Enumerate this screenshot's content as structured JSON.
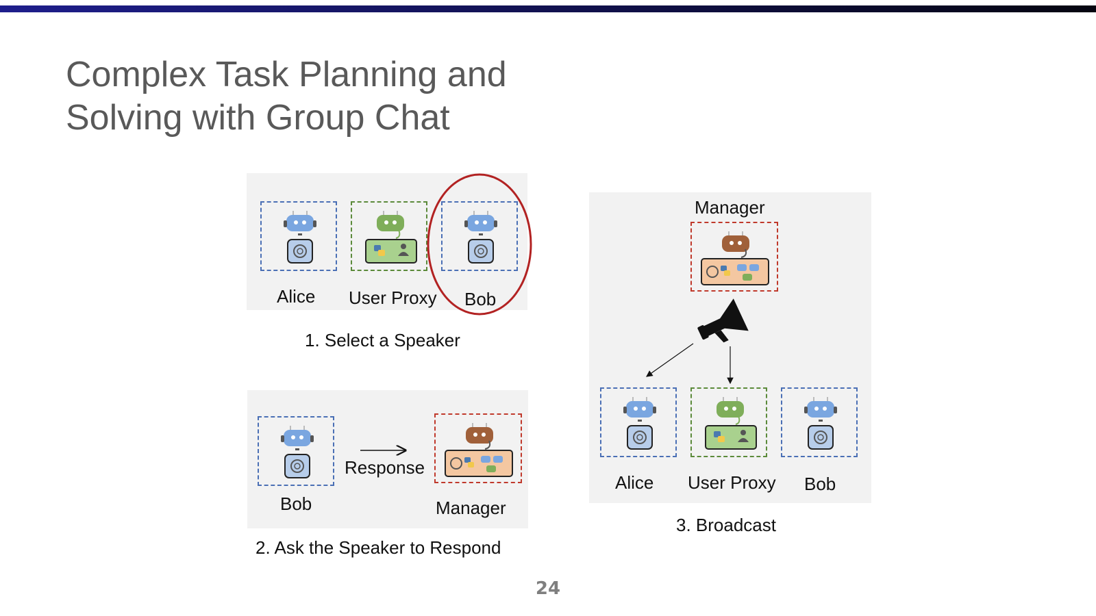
{
  "slide": {
    "title_line1": "Complex Task Planning and",
    "title_line2": "Solving with Group Chat",
    "page_number": "24"
  },
  "step1": {
    "caption": "1. Select a Speaker",
    "agents": [
      "Alice",
      "User Proxy",
      "Bob"
    ],
    "selected": "Bob"
  },
  "step2": {
    "caption": "2. Ask the Speaker to Respond",
    "speaker": "Bob",
    "arrow_label": "Response",
    "receiver": "Manager"
  },
  "step3": {
    "caption": "3. Broadcast",
    "manager": "Manager",
    "agents": [
      "Alice",
      "User Proxy",
      "Bob"
    ]
  },
  "colors": {
    "assistant_robot": "#7aa6e0",
    "proxy_robot": "#7fae5a",
    "manager_robot": "#a0603a",
    "selection_circle": "#b22222"
  }
}
